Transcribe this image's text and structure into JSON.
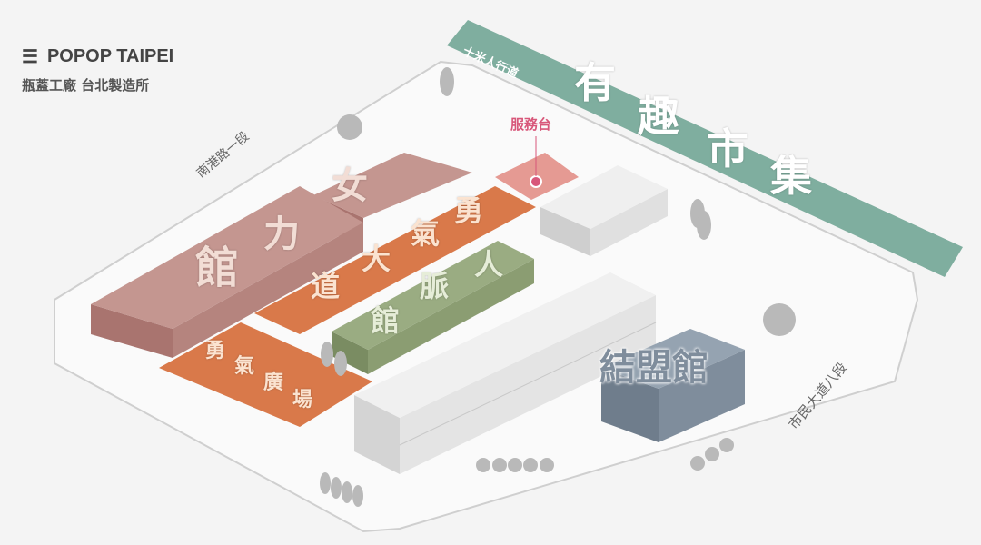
{
  "logo": {
    "brand": "POPOP TAIPEI",
    "subtitle": "瓶蓋工廠 台北製造所"
  },
  "roads": {
    "north": "南港路一段",
    "east": "市民大道八段",
    "walkway": "十米人行道"
  },
  "zones": {
    "market": [
      "有",
      "趣",
      "市",
      "集"
    ],
    "service": "服務台",
    "women": [
      "女",
      "力",
      "館"
    ],
    "avenue": [
      "勇",
      "氣",
      "大",
      "道"
    ],
    "network": [
      "人",
      "脈",
      "館"
    ],
    "plaza": [
      "勇",
      "氣",
      "廣",
      "場"
    ],
    "alliance": "結盟館"
  },
  "colors": {
    "market": "#7fae9f",
    "brick": "#b5847e",
    "orange": "#d9794a",
    "green": "#8b9d72",
    "service": "#e59a93",
    "alliance": "#7f8d9c"
  }
}
